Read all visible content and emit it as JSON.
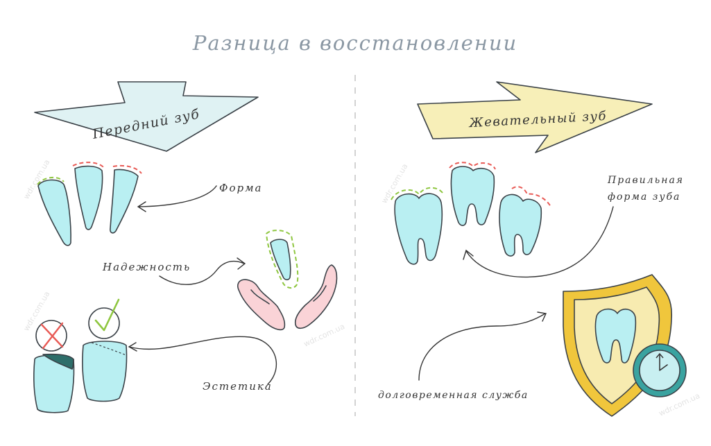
{
  "title": "Разница в восстановлении",
  "left": {
    "arrow_label": "Передний зуб",
    "labels": {
      "form": "Форма",
      "reliability": "Надежность",
      "aesthetics": "Эстетика"
    }
  },
  "right": {
    "arrow_label": "Жевательный зуб",
    "labels": {
      "correct_form_line1": "Правильная",
      "correct_form_line2": "форма зуба",
      "durability": "долговременная служба"
    }
  },
  "watermark": "wdr.com.ua",
  "colors": {
    "front_arrow": "#dff2f3",
    "chewing_arrow": "#f7efb8",
    "tooth": "#b9eff2",
    "gum": "#fad3d7",
    "shield_outer": "#f0c63c",
    "shield_inner": "#f7ebb0",
    "clock_ring": "#3aa3a0",
    "clock_face": "#c8eff1",
    "wrong_mark": "#e85a55",
    "ok_mark": "#8ec63f",
    "dash_red": "#e85a55",
    "dash_green": "#8ec63f",
    "bad_filling": "#2e6e6a"
  },
  "icons": [
    "cross-icon",
    "check-icon",
    "shield-icon",
    "clock-icon"
  ]
}
